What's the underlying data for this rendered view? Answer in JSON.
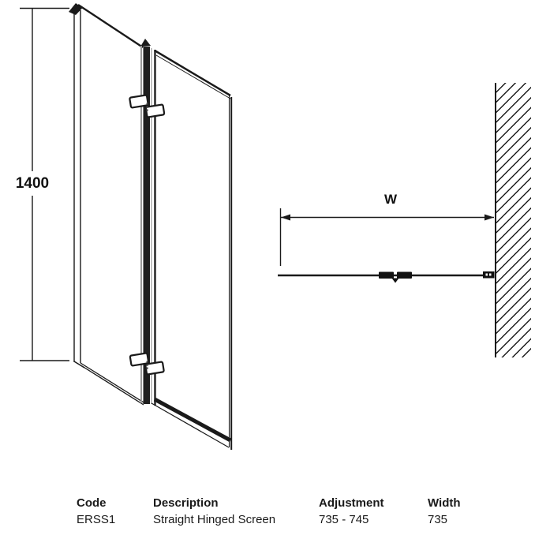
{
  "front_view": {
    "height_dimension": "1400"
  },
  "plan_view": {
    "width_dimension_label": "W"
  },
  "table": {
    "columns": [
      {
        "header": "Code",
        "value": "ERSS1"
      },
      {
        "header": "Description",
        "value": "Straight Hinged Screen"
      },
      {
        "header": "Adjustment",
        "value": "735 - 745"
      },
      {
        "header": "Width",
        "value": "735"
      }
    ]
  },
  "colors": {
    "line": "#1a1a1a",
    "hinge_dark": "#1f1f1f",
    "hinge_gray": "#9a9a9a",
    "background": "#ffffff"
  }
}
